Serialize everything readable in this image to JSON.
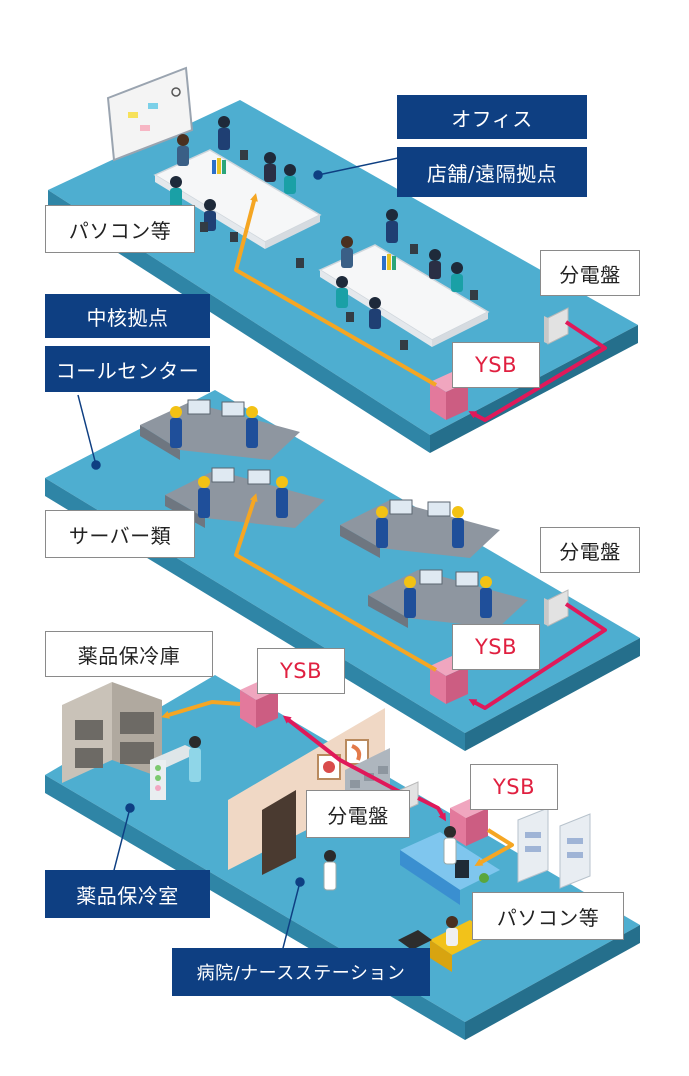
{
  "zones": {
    "office": {
      "title": "オフィス",
      "subtitle": "店舗/遠隔拠点",
      "device_label": "パソコン等",
      "panel_label": "分電盤",
      "ysb_label": "YSB"
    },
    "core": {
      "title": "中核拠点",
      "subtitle": "コールセンター",
      "device_label": "サーバー類",
      "panel_label": "分電盤",
      "ysb_label": "YSB"
    },
    "hospital": {
      "fridge_label": "薬品保冷庫",
      "ysb_fridge_label": "YSB",
      "panel_label": "分電盤",
      "ysb_pc_label": "YSB",
      "pc_label": "パソコン等",
      "room_label": "薬品保冷室",
      "station_label": "病院/ナースステーション"
    }
  },
  "colors": {
    "floor_top": "#4eaed0",
    "floor_side": "#2f85a6",
    "label_navy": "#0e3f82",
    "ysb_text": "#e02040",
    "cable_power": "#e0195a",
    "cable_output": "#f5a623",
    "ysb_device": "#e3799c"
  }
}
